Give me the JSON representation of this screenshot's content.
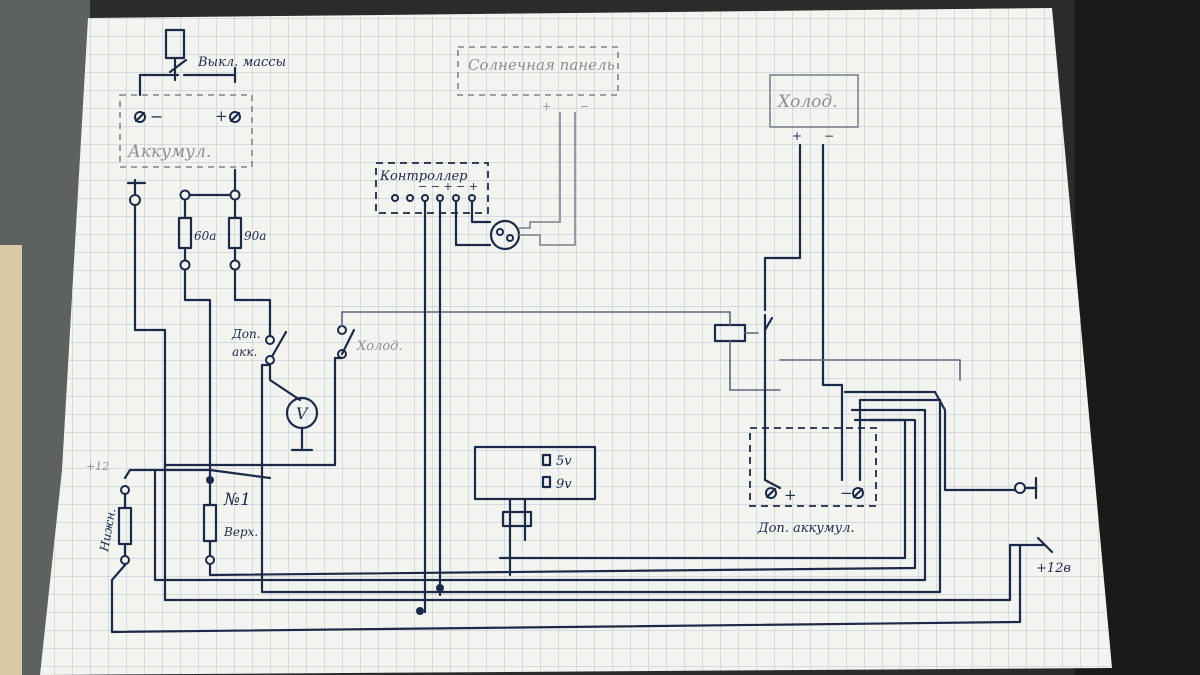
{
  "labels": {
    "mass_switch": "Выкл. массы",
    "main_battery": "Аккумул.",
    "main_battery_minus": "−",
    "main_battery_plus": "+",
    "fuse_60": "60а",
    "fuse_90": "90а",
    "aux_battery_switch": "Доп. акк.",
    "fridge_switch": "Холод.",
    "voltmeter": "V",
    "controller": "Контроллер",
    "controller_terminals": "− −  +  −  +",
    "solar_panel": "Солнечная панель",
    "solar_plus": "+",
    "solar_minus": "−",
    "converter_5v": "5v",
    "converter_9v": "9v",
    "fridge": "Холод.",
    "fridge_plus": "+",
    "fridge_minus": "−",
    "aux_battery": "Доп. аккумул.",
    "aux_plus": "+",
    "aux_minus": "−",
    "lower_load": "Нижн.",
    "upper_load_number": "№1",
    "upper_load": "Верх.",
    "out_12v": "+12в",
    "left_plus_12": "+12"
  },
  "colors": {
    "paper": "#f3f3ef",
    "grid": "#b9c3cf",
    "ink": "#1c2a4a",
    "pencil": "#8a8f99",
    "background": "#2a2a2a"
  }
}
